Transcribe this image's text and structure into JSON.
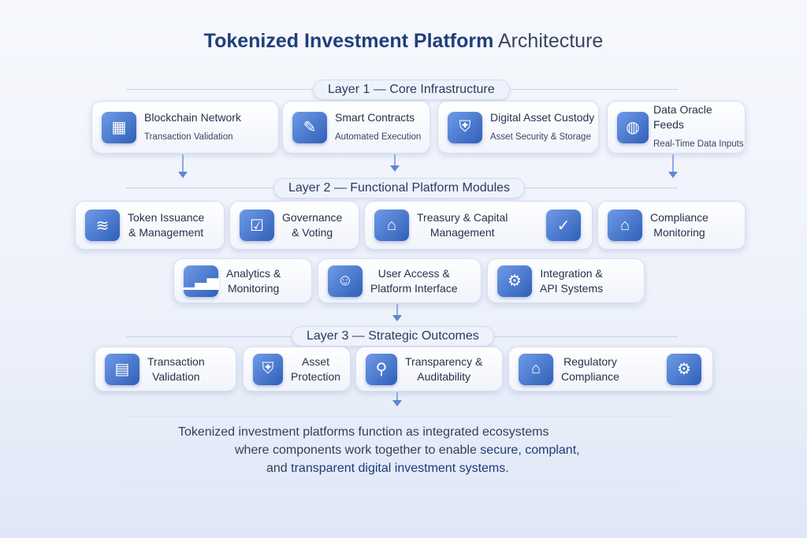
{
  "title": {
    "bold": "Tokenized Investment Platform",
    "rest": "Architecture"
  },
  "layer1": {
    "label": "Layer 1 — Core Infrastructure",
    "items": [
      {
        "title": "Blockchain Network",
        "sub": "Transaction Validation",
        "icon": "blocks-icon"
      },
      {
        "title": "Smart Contracts",
        "sub": "Automated Execution",
        "icon": "contract-icon"
      },
      {
        "title": "Digital Asset Custody",
        "sub": "Asset Security & Storage",
        "icon": "vault-icon"
      },
      {
        "title": "Data Oracle Feeds",
        "sub": "Real-Time Data Inputs",
        "icon": "globe-icon"
      }
    ]
  },
  "layer2": {
    "label": "Layer 2 — Functional Platform Modules",
    "items": [
      {
        "l1": "Token Issuance",
        "l2": "& Management",
        "icon": "coins-icon"
      },
      {
        "l1": "Governance",
        "l2": "& Voting",
        "icon": "ballot-icon"
      },
      {
        "l1": "Treasury & Capital",
        "l2": "Management",
        "icon": "bank-icon"
      },
      {
        "l1": "Compliance",
        "l2": "Monitoring",
        "icon": "bank-check-icon"
      },
      {
        "l1": "Analytics &",
        "l2": "Monitoring",
        "icon": "chart-icon"
      },
      {
        "l1": "User Access &",
        "l2": "Platform Interface",
        "icon": "laptop-user-icon"
      },
      {
        "l1": "Integration &",
        "l2": "API Systems",
        "icon": "gear-api-icon"
      }
    ]
  },
  "layer3": {
    "label": "Layer 3 — Strategic Outcomes",
    "items": [
      {
        "l1": "Transaction",
        "l2": "Validation",
        "icon": "document-shield-icon"
      },
      {
        "l1": "Asset",
        "l2": "Protection",
        "icon": "shield-lock-icon"
      },
      {
        "l1": "Transparency &",
        "l2": "Auditability",
        "icon": "magnifier-icon"
      },
      {
        "l1": "Regulatory",
        "l2": "Compliance",
        "icon": "bank-gear-icon"
      }
    ]
  },
  "footer": {
    "line1": "Tokenized investment platforms function as integrated ecosystems",
    "line2a": "where components work together to enable ",
    "line2b": "secure, complant,",
    "line3a": "and ",
    "line3b": "transparent digital investment systems",
    "line3c": "."
  }
}
